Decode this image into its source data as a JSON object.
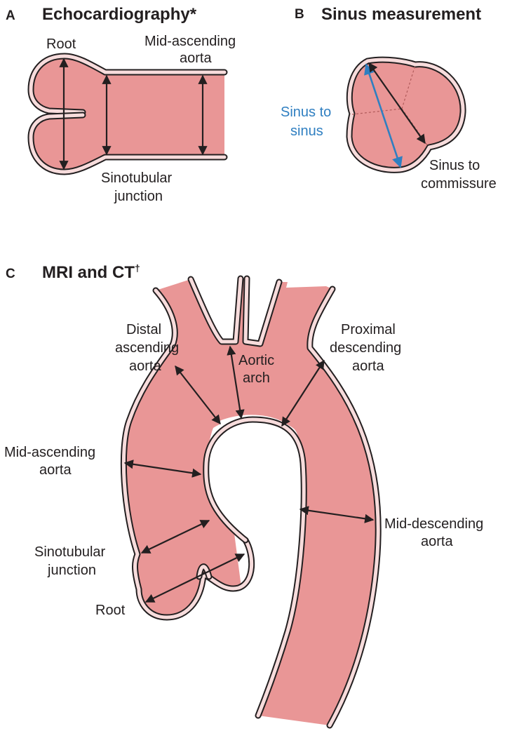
{
  "colors": {
    "lumen": "#e99696",
    "wall": "#231f20",
    "wall_highlight": "#f7dcdc",
    "blue_measure": "#2f7fc1",
    "text": "#231f20"
  },
  "panels": {
    "a": {
      "letter": "A",
      "title": "Echocardiography*",
      "labels": {
        "root": "Root",
        "mid_ascending_1": "Mid-ascending",
        "mid_ascending_2": "aorta",
        "sinotubular_1": "Sinotubular",
        "sinotubular_2": "junction"
      }
    },
    "b": {
      "letter": "B",
      "title": "Sinus measurement",
      "labels": {
        "sinus_to_sinus_1": "Sinus to",
        "sinus_to_sinus_2": "sinus",
        "sinus_to_commissure_1": "Sinus to",
        "sinus_to_commissure_2": "commissure"
      }
    },
    "c": {
      "letter": "C",
      "title": "MRI and CT",
      "title_mark": "†",
      "labels": {
        "distal_ascending_1": "Distal",
        "distal_ascending_2": "ascending",
        "distal_ascending_3": "aorta",
        "aortic_arch_1": "Aortic",
        "aortic_arch_2": "arch",
        "proximal_descending_1": "Proximal",
        "proximal_descending_2": "descending",
        "proximal_descending_3": "aorta",
        "mid_ascending_1": "Mid-ascending",
        "mid_ascending_2": "aorta",
        "mid_descending_1": "Mid-descending",
        "mid_descending_2": "aorta",
        "sinotubular_1": "Sinotubular",
        "sinotubular_2": "junction",
        "root": "Root"
      }
    }
  }
}
